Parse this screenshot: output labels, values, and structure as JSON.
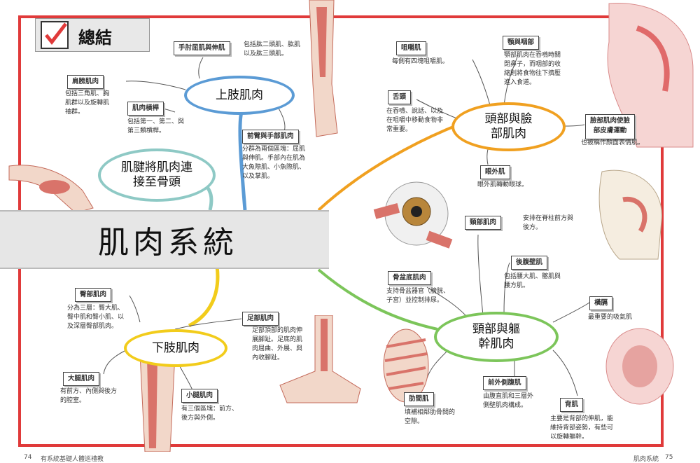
{
  "summary_label": "總結",
  "main_title": "肌肉系統",
  "footer": {
    "left_page": "74",
    "left_text": "有系統基礎人體巡禮教",
    "right_text": "肌肉系統",
    "right_page": "75"
  },
  "groups": {
    "upper": "上肢肌肉",
    "tendon": "肌腱將肌肉連\n接至骨頭",
    "lower": "下肢肌肉",
    "head": "頭部與臉\n部肌肉",
    "neck": "頸部與軀\n幹肌肉"
  },
  "items": {
    "hand_arm": {
      "label": "手肘屈肌與伸肌",
      "desc": "包括肱二頭肌、肱肌\n以及肱三頭肌。"
    },
    "shoulder": {
      "label": "肩膀肌肉",
      "desc": "包括三角肌、胸\n肌群以及旋轉肌\n袖群。"
    },
    "rotator": {
      "label": "肌肉槓桿",
      "desc": "包括第一、第二、與\n第三類槓桿。"
    },
    "forearm": {
      "label": "前臂與手部肌肉",
      "desc": "分群為兩個區塊：屈肌\n與伸肌。手部內在肌為\n大魚際肌、小魚際肌、\n以及掌肌。"
    },
    "hip": {
      "label": "臀部肌肉",
      "desc": "分為三層：臀大肌、\n臀中肌和臀小肌、以\n及深層臀部肌肉。"
    },
    "foot": {
      "label": "足部肌肉",
      "desc": "足部頂部的肌肉伸\n展腳趾。足底的肌\n肉屈曲、外展、與\n內收腳趾。"
    },
    "thigh": {
      "label": "大腿肌肉",
      "desc": "有前方、內側與後方\n的腔室。"
    },
    "calf": {
      "label": "小腿肌肉",
      "desc": "有三個區塊：前方、\n後方與外側。"
    },
    "chewing": {
      "label": "咀嚼肌",
      "desc": "每側有四塊咀嚼肌。"
    },
    "jaw": {
      "label": "顎與咽部",
      "desc": "顎部肌肉在吞嚥時關\n閉鼻子，而咽部的收\n縮則將食物往下擠壓\n進入食道。"
    },
    "tongue": {
      "label": "舌頭",
      "desc": "在吞嚥、說話、以及\n在咀嚼中移動食物非\n常重要。"
    },
    "face": {
      "label": "臉部肌肉使臉\n部皮膚運動",
      "desc": "也被稱作顏面表情肌。"
    },
    "eye": {
      "label": "眼外肌",
      "desc": "眼外肌轉動眼球。"
    },
    "neck_m": {
      "label": "頸部肌肉",
      "desc": "安排在脊柱前方與\n後方。"
    },
    "abdomen": {
      "label": "後腹壁肌",
      "desc": "包括腰大肌、髂肌與\n腰方肌。"
    },
    "pelvic": {
      "label": "骨盆底肌肉",
      "desc": "支持骨盆器官（膀胱、\n子宮）並控制排尿。"
    },
    "diaphragm": {
      "label": "橫膈",
      "desc": "最重要的吸氣肌"
    },
    "oblique": {
      "label": "前外側腹肌",
      "desc": "由腹直肌和三層外\n側壁肌肉構成。"
    },
    "intercostal": {
      "label": "肋間肌",
      "desc": "填補相鄰肋骨間的\n空隙。"
    },
    "back": {
      "label": "背肌",
      "desc": "主要是背部的伸肌，能\n維持背部姿勢，有些可\n以旋轉軀幹。"
    }
  },
  "colors": {
    "frame": "#e03a3a",
    "upper": "#5b9bd5",
    "tendon": "#8ec9c5",
    "lower": "#f2cc1b",
    "head": "#f0a020",
    "neck": "#7cc55a"
  }
}
